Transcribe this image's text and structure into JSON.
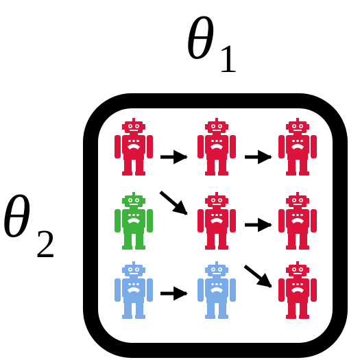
{
  "labels": {
    "theta1": {
      "symbol": "θ",
      "subscript": "1"
    },
    "theta2": {
      "symbol": "θ",
      "subscript": "2"
    }
  },
  "colors": {
    "red": "#dc143c",
    "green": "#3cb43c",
    "blue": "#7aabe6",
    "frame": "#000000",
    "arrow": "#000000"
  },
  "icon": "robot-icon",
  "grid": [
    [
      "red",
      "red",
      "red"
    ],
    [
      "green",
      "red",
      "red"
    ],
    [
      "blue",
      "blue",
      "red"
    ]
  ],
  "arrows": [
    {
      "from": [
        0,
        0
      ],
      "to": [
        0,
        1
      ]
    },
    {
      "from": [
        0,
        1
      ],
      "to": [
        0,
        2
      ]
    },
    {
      "from": [
        1,
        0
      ],
      "to": [
        1,
        1
      ]
    },
    {
      "from": [
        1,
        1
      ],
      "to": [
        1,
        2
      ]
    },
    {
      "from": [
        2,
        0
      ],
      "to": [
        2,
        1
      ]
    },
    {
      "from": [
        2,
        1
      ],
      "to": [
        2,
        2
      ]
    }
  ]
}
